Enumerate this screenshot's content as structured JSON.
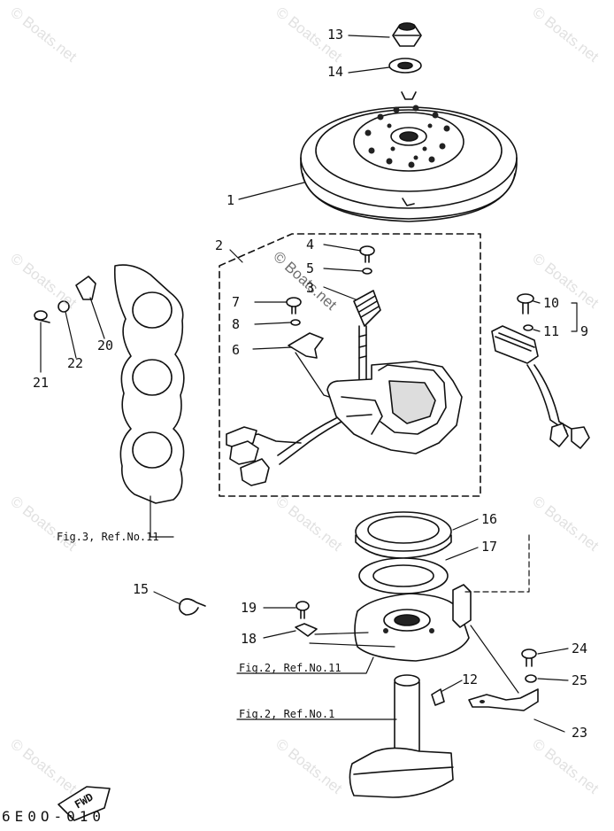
{
  "watermark": "© Boats.net",
  "callouts": [
    {
      "id": "13",
      "text": "13"
    },
    {
      "id": "14",
      "text": "14"
    },
    {
      "id": "1",
      "text": "1"
    },
    {
      "id": "2",
      "text": "2"
    },
    {
      "id": "4",
      "text": "4"
    },
    {
      "id": "5",
      "text": "5"
    },
    {
      "id": "3",
      "text": "3"
    },
    {
      "id": "7",
      "text": "7"
    },
    {
      "id": "8",
      "text": "8"
    },
    {
      "id": "6",
      "text": "6"
    },
    {
      "id": "10",
      "text": "10"
    },
    {
      "id": "11",
      "text": "11"
    },
    {
      "id": "9",
      "text": "9"
    },
    {
      "id": "20",
      "text": "20"
    },
    {
      "id": "22",
      "text": "22"
    },
    {
      "id": "21",
      "text": "21"
    },
    {
      "id": "16",
      "text": "16"
    },
    {
      "id": "17",
      "text": "17"
    },
    {
      "id": "15",
      "text": "15"
    },
    {
      "id": "19",
      "text": "19"
    },
    {
      "id": "18",
      "text": "18"
    },
    {
      "id": "24",
      "text": "24"
    },
    {
      "id": "25",
      "text": "25"
    },
    {
      "id": "12",
      "text": "12"
    },
    {
      "id": "23",
      "text": "23"
    }
  ],
  "references": {
    "fig3": "Fig.3, Ref.No.11",
    "fig2a": "Fig.2, Ref.No.11",
    "fig2b": "Fig.2, Ref.No.1"
  },
  "fwd_label": "FWD",
  "diagram_code": "6E0O-010"
}
